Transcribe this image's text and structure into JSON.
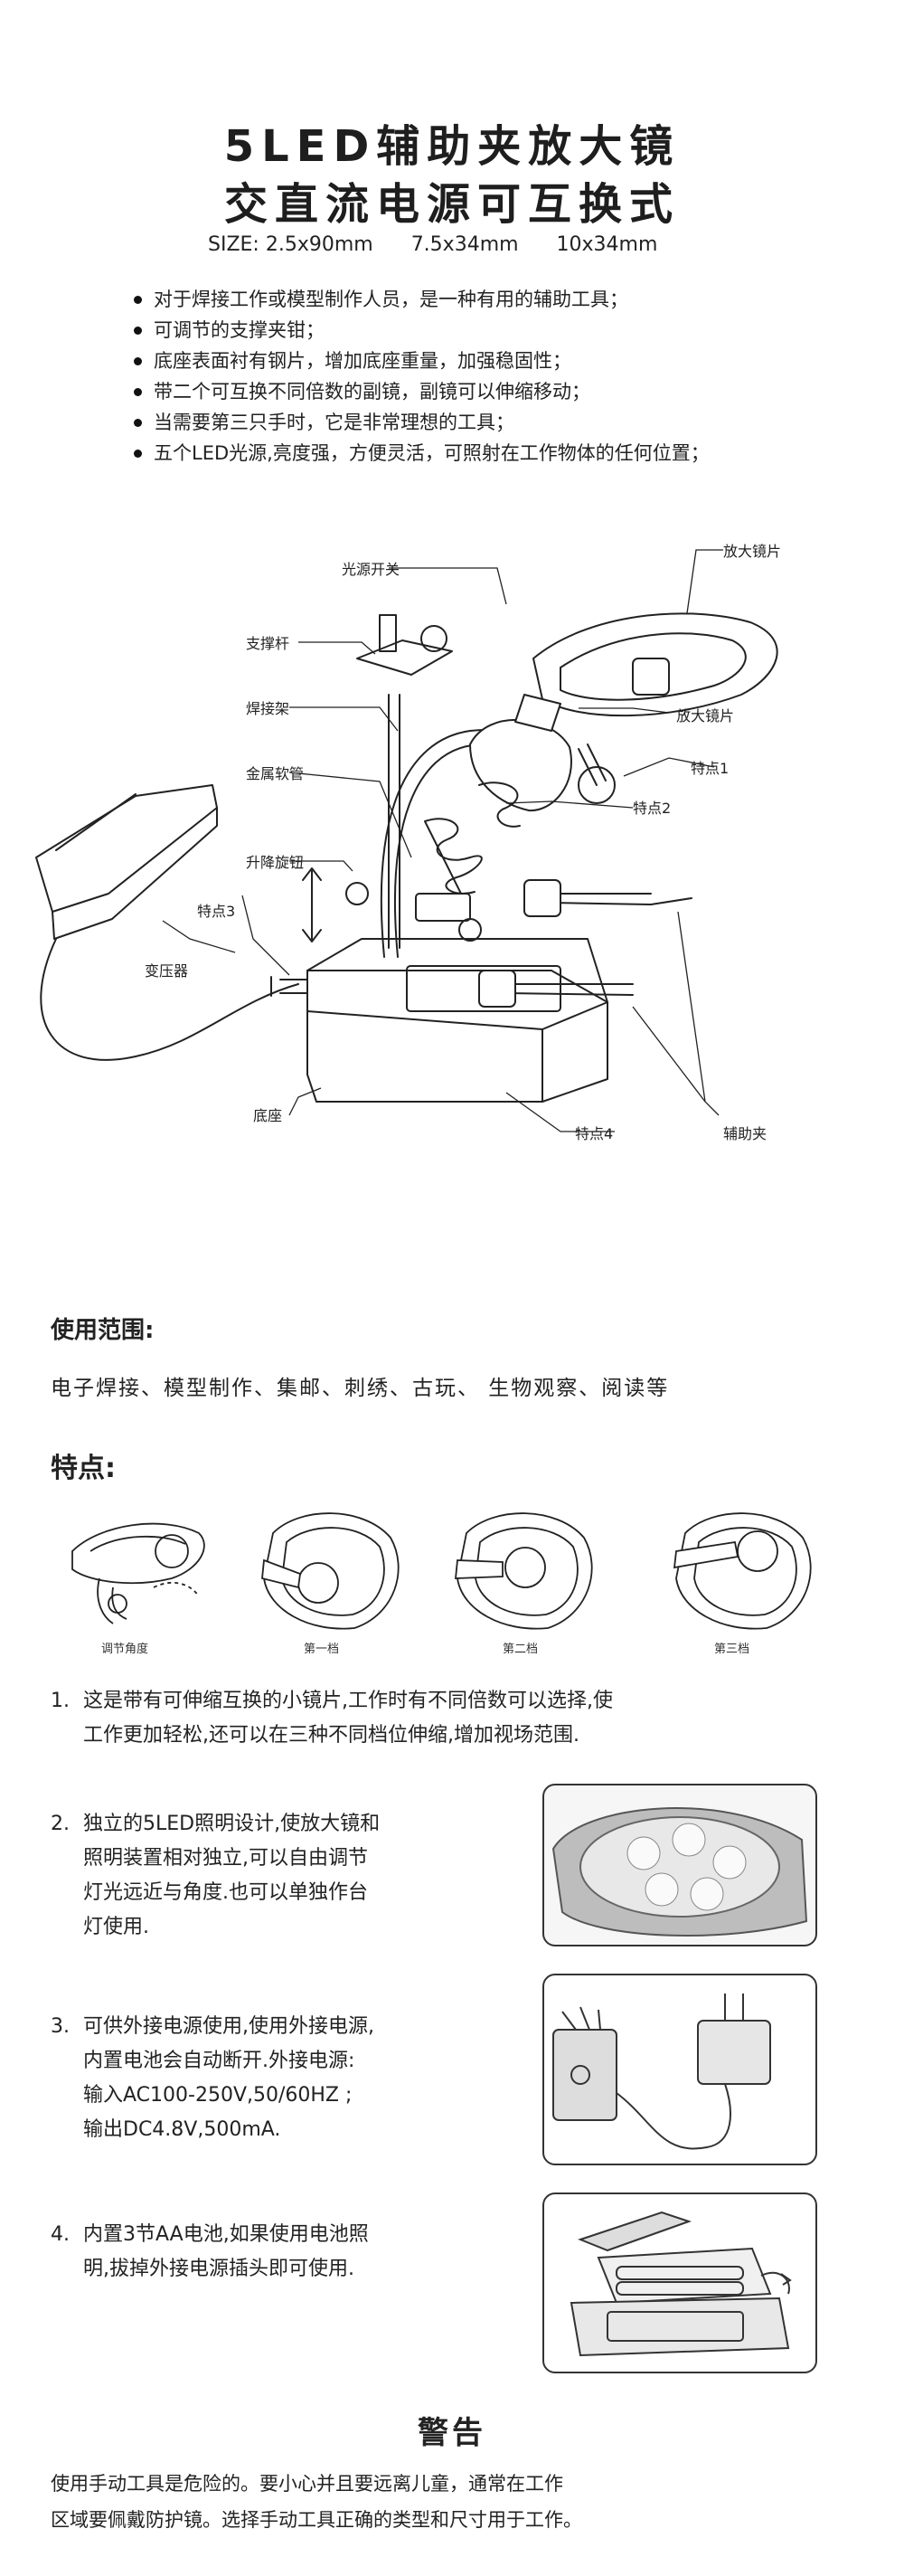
{
  "header": {
    "title_line1": "5LED辅助夹放大镜",
    "title_line2": "交直流电源可互换式",
    "size_label": "SIZE:",
    "sizes": [
      "2.5x90mm",
      "7.5x34mm",
      "10x34mm"
    ]
  },
  "bullets": [
    "对于焊接工作或模型制作人员，是一种有用的辅助工具；",
    "可调节的支撑夹钳；",
    "底座表面衬有钢片，增加底座重量，加强稳固性；",
    "带二个可互换不同倍数的副镜，副镜可以伸缩移动；",
    "当需要第三只手时，它是非常理想的工具；",
    "五个LED光源,亮度强，方便灵活，可照射在工作物体的任何位置；"
  ],
  "diagram": {
    "labels": {
      "light_switch": "光源开关",
      "magnifier_lens": "放大镜片",
      "support_rod": "支撑杆",
      "magnifier_piece": "放大镜片",
      "weld_holder": "焊接架",
      "feature1": "特点1",
      "metal_hose": "金属软管",
      "feature2": "特点2",
      "lift_knob": "升降旋钮",
      "feature3": "特点3",
      "transformer": "变压器",
      "base": "底座",
      "feature4": "特点4",
      "aux_clip": "辅助夹"
    }
  },
  "usage": {
    "heading": "使用范围:",
    "text": "电子焊接、模型制作、集邮、刺绣、古玩、 生物观察、阅读等"
  },
  "features": {
    "heading": "特点:",
    "captions": [
      "调节角度",
      "第一档",
      "第二档",
      "第三档"
    ],
    "items": [
      {
        "num": "1.",
        "lines": [
          "这是带有可伸缩互换的小镜片,工作时有不同倍数可以选择,使",
          "工作更加轻松,还可以在三种不同档位伸缩,增加视场范围."
        ]
      },
      {
        "num": "2.",
        "lines": [
          "独立的5LED照明设计,使放大镜和",
          "照明装置相对独立,可以自由调节",
          "灯光远近与角度.也可以单独作台",
          "灯使用."
        ]
      },
      {
        "num": "3.",
        "lines": [
          "可供外接电源使用,使用外接电源,",
          "内置电池会自动断开.外接电源:",
          "输入AC100-250V,50/60HZ ;",
          "输出DC4.8V,500mA."
        ]
      },
      {
        "num": "4.",
        "lines": [
          "内置3节AA电池,如果使用电池照",
          "明,拔掉外接电源插头即可使用."
        ]
      }
    ]
  },
  "warning": {
    "title": "警告",
    "line1": "使用手动工具是危险的。要小心并且要远离儿童，通常在工作",
    "line2": "区域要佩戴防护镜。选择手动工具正确的类型和尺寸用于工作。"
  }
}
